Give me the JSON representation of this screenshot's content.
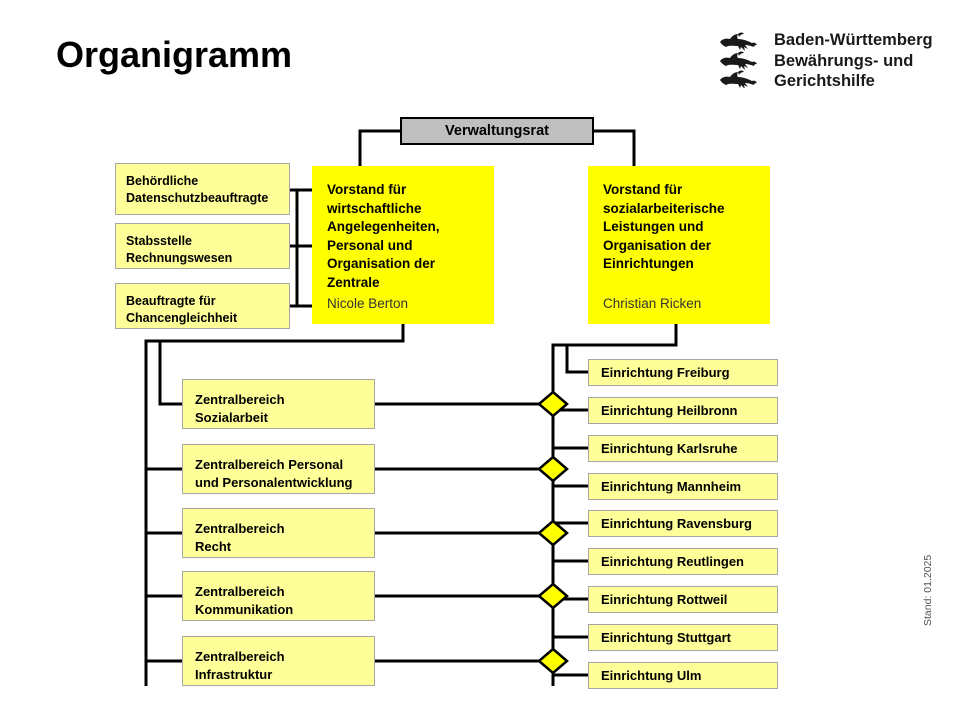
{
  "header": {
    "title": "Organigramm",
    "logo": {
      "icon": "three-lions-crest-icon",
      "line1": "Baden-Württemberg",
      "line2": "Bewährungs- und",
      "line3": "Gerichtshilfe"
    },
    "stand": "Stand: 01.2025"
  },
  "chart": {
    "council": {
      "label": "Verwaltungsrat",
      "fill": "#bfbfbf",
      "border": "#000000"
    },
    "staff_units": [
      {
        "label": "Behördliche\nDatenschutzbeauftragte"
      },
      {
        "label": "Stabsstelle\nRechnungswesen"
      },
      {
        "label": "Beauftragte für\nChancengleichheit"
      }
    ],
    "boards": [
      {
        "label": "Vorstand für wirtschaftliche Angelegenheiten, Personal und Organisation der Zentrale",
        "person": "Nicole Berton"
      },
      {
        "label": "Vorstand für sozialarbeiterische Leistungen und Organisation der Einrichtungen",
        "person": "Christian Ricken"
      }
    ],
    "divisions": [
      {
        "label": "Zentralbereich\nSozialarbeit"
      },
      {
        "label": "Zentralbereich Personal\nund Personalentwicklung"
      },
      {
        "label": "Zentralbereich\nRecht"
      },
      {
        "label": "Zentralbereich\nKommunikation"
      },
      {
        "label": "Zentralbereich\nInfrastruktur"
      }
    ],
    "facilities": [
      {
        "label": "Einrichtung Freiburg"
      },
      {
        "label": "Einrichtung Heilbronn"
      },
      {
        "label": "Einrichtung Karlsruhe"
      },
      {
        "label": "Einrichtung Mannheim"
      },
      {
        "label": "Einrichtung Ravensburg"
      },
      {
        "label": "Einrichtung Reutlingen"
      },
      {
        "label": "Einrichtung Rottweil"
      },
      {
        "label": "Einrichtung Stuttgart"
      },
      {
        "label": "Einrichtung Ulm"
      }
    ],
    "colors": {
      "board_fill": "#ffff00",
      "node_fill": "#ffff99",
      "node_border": "#a6a6a6",
      "connector": "#000000",
      "diamond_fill": "#ffff00"
    },
    "junction_count": 5,
    "junction_shape": "diamond"
  }
}
